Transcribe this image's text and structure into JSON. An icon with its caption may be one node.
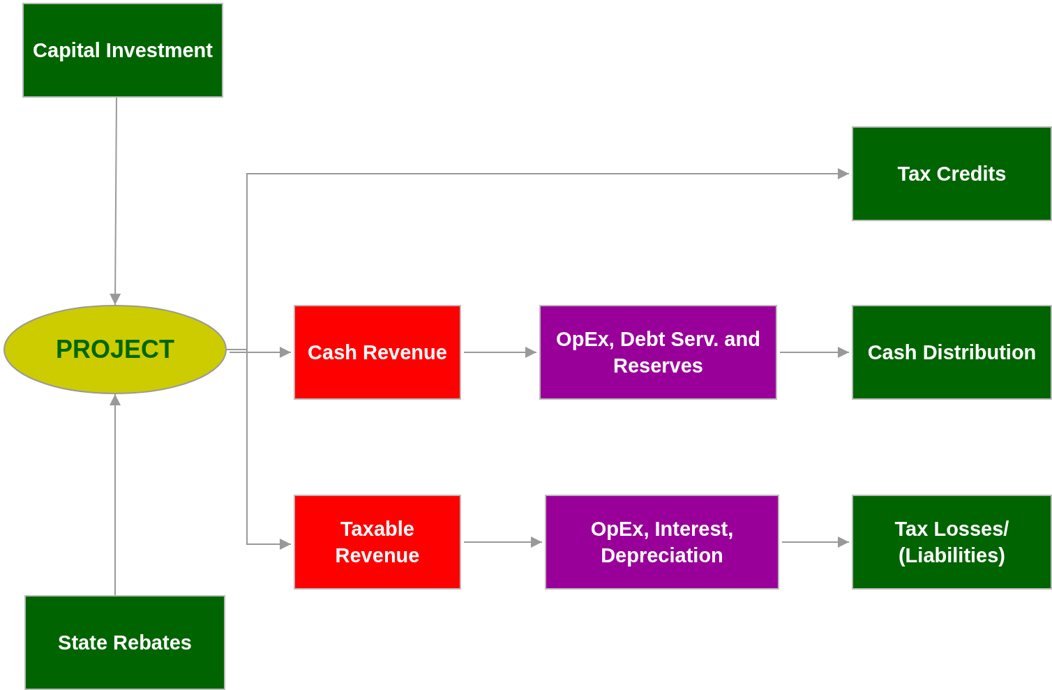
{
  "diagram": {
    "nodes": [
      {
        "text": [
          "Capital Investment"
        ]
      },
      {
        "text": [
          "PROJECT"
        ]
      },
      {
        "text": [
          "Tax Credits"
        ]
      },
      {
        "text": [
          "Cash Revenue"
        ]
      },
      {
        "text": [
          "OpEx, Debt Serv. and Reserves"
        ]
      },
      {
        "text": [
          "Cash Distribution"
        ]
      },
      {
        "text": [
          "Taxable Revenue"
        ]
      },
      {
        "text": [
          "OpEx, Interest, Depreciation"
        ]
      },
      {
        "text": [
          "Tax Losses/ (Liabilities)"
        ]
      },
      {
        "text": [
          "State Rebates"
        ]
      }
    ],
    "edges": [
      {
        "from": 0,
        "to": 1,
        "arrow": "to"
      },
      {
        "from": 9,
        "to": 1,
        "arrow": "to"
      },
      {
        "from": 1,
        "to": 2,
        "arrow": "to"
      },
      {
        "from": 1,
        "to": 3,
        "arrow": "to"
      },
      {
        "from": 1,
        "to": 6,
        "arrow": "to"
      },
      {
        "from": 3,
        "to": 4,
        "arrow": "to"
      },
      {
        "from": 4,
        "to": 5,
        "arrow": "to"
      },
      {
        "from": 6,
        "to": 7,
        "arrow": "to"
      },
      {
        "from": 7,
        "to": 8,
        "arrow": "to"
      }
    ]
  }
}
